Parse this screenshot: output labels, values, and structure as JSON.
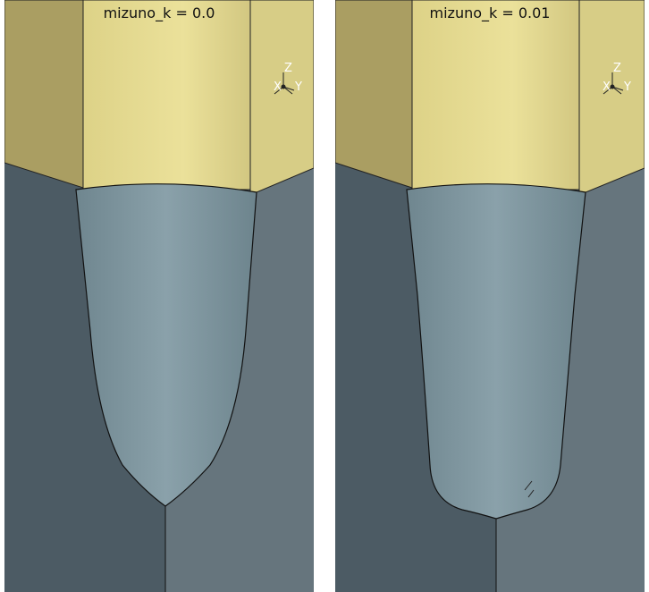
{
  "panels": [
    {
      "caption": "mizuno_k = 0.0"
    },
    {
      "caption": "mizuno_k = 0.01"
    }
  ],
  "triad": {
    "z": "Z",
    "y": "Y",
    "x": "X"
  },
  "colors": {
    "background": "#ffffff",
    "die_dark": "#4c5b64",
    "die_light": "#66757d",
    "punch_body": "#e6dc8e",
    "punch_left": "#aa9e62",
    "punch_right": "#d7cd86",
    "cup": "#7d949d"
  }
}
